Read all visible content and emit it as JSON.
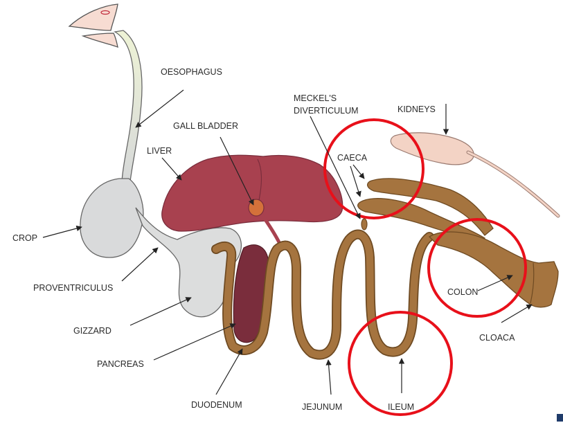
{
  "labels": {
    "oesophagus": "OESOPHAGUS",
    "gall_bladder": "GALL BLADDER",
    "liver": "LIVER",
    "meckels_1": "MECKEL'S",
    "meckels_2": "DIVERTICULUM",
    "kidneys": "KIDNEYS",
    "caeca": "CAECA",
    "crop": "CROP",
    "proventriculus": "PROVENTRICULUS",
    "gizzard": "GIZZARD",
    "pancreas": "PANCREAS",
    "duodenum": "DUODENUM",
    "jejunum": "JEJUNUM",
    "ileum": "ILEUM",
    "colon": "COLON",
    "cloaca": "CLOACA"
  },
  "highlight_color": "#e8101a",
  "highlighted_regions": [
    "CAECA",
    "COLON",
    "ILEUM"
  ],
  "colors": {
    "liver": "#a8414f",
    "intestine": "#a5743f",
    "intestine_dark": "#6e4a22",
    "pancreas": "#7a2d3c",
    "gall_bladder": "#d4713a",
    "crop": "#d9dadb",
    "oesophagus": "#e7efcf",
    "kidney": "#f3d3c5",
    "beak": "#f7dcd2"
  }
}
